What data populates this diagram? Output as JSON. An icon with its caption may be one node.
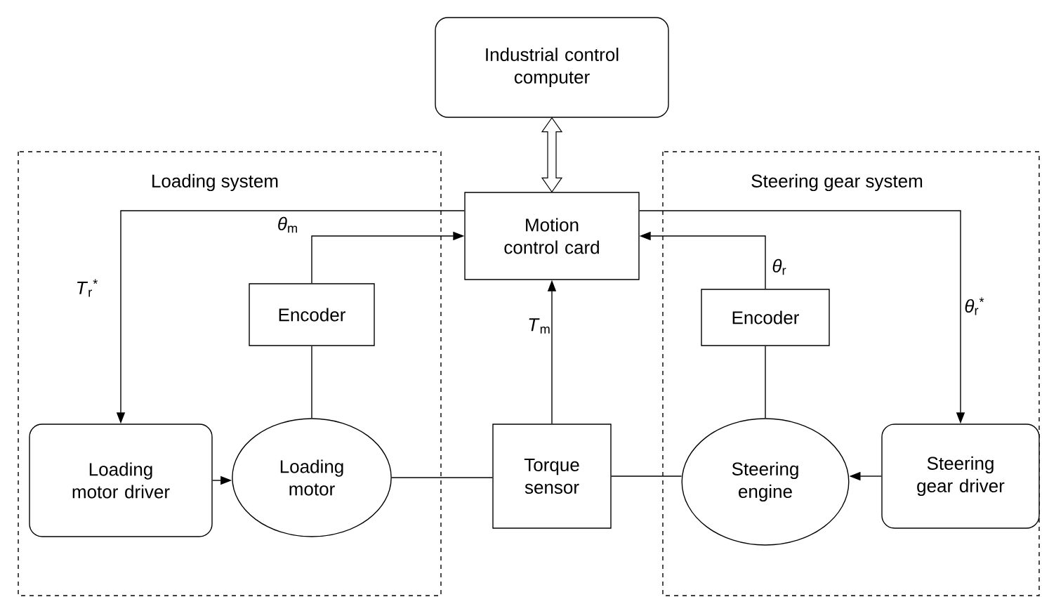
{
  "diagram": {
    "nodes": [
      {
        "text": [
          "Industrial control computer"
        ]
      },
      {
        "text": [
          "Loading system"
        ]
      },
      {
        "text": [
          "Steering gear system"
        ]
      },
      {
        "text": [
          "Motion control card"
        ]
      },
      {
        "text": [
          "Encoder"
        ],
        "in": 1
      },
      {
        "text": [
          "Encoder"
        ],
        "in": 2
      },
      {
        "text": [
          "Loading motor driver"
        ],
        "in": 1
      },
      {
        "text": [
          "Loading motor"
        ],
        "in": 1
      },
      {
        "text": [
          "Torque sensor"
        ]
      },
      {
        "text": [
          "Steering engine"
        ],
        "in": 2
      },
      {
        "text": [
          "Steering gear driver"
        ],
        "in": 2
      }
    ],
    "edges": [
      {
        "from": 0,
        "to": 3,
        "arrow": "both",
        "style": "thick"
      },
      {
        "from": 3,
        "to": 6,
        "arrow": "to",
        "label": "*T*$_{r}$$^{*}$"
      },
      {
        "from": 4,
        "to": 3,
        "arrow": "to",
        "label": "*θ*$_{m}$"
      },
      {
        "from": 4,
        "to": 7,
        "arrow": "none"
      },
      {
        "from": 6,
        "to": 7,
        "arrow": "to"
      },
      {
        "from": 7,
        "to": 8,
        "arrow": "none"
      },
      {
        "from": 8,
        "to": 3,
        "arrow": "to",
        "label": "*T*$_{m}$"
      },
      {
        "from": 8,
        "to": 9,
        "arrow": "none"
      },
      {
        "from": 10,
        "to": 9,
        "arrow": "to"
      },
      {
        "from": 9,
        "to": 5,
        "arrow": "none"
      },
      {
        "from": 5,
        "to": 3,
        "arrow": "to",
        "label": "*θ*$_{r}$"
      },
      {
        "from": 3,
        "to": 10,
        "arrow": "to",
        "label": "*θ*$_{r}$$^{*}$"
      }
    ]
  }
}
